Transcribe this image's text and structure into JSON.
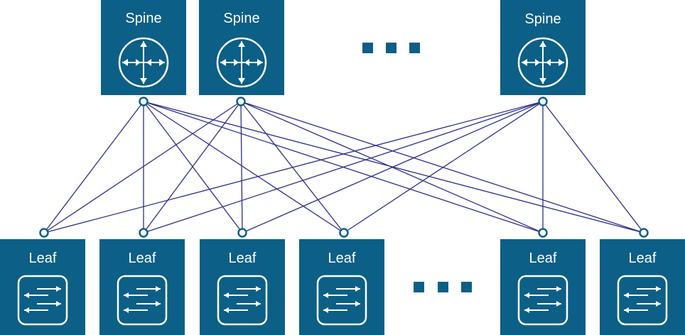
{
  "colors": {
    "node_fill": "#0c5f86",
    "link_stroke": "#2a2f8c",
    "port_stroke": "#0c5f86",
    "icon_stroke": "#ffffff",
    "background": "#ffffff"
  },
  "spines": [
    {
      "label": "Spine"
    },
    {
      "label": "Spine"
    },
    {
      "label": "Spine"
    }
  ],
  "leaves": [
    {
      "label": "Leaf"
    },
    {
      "label": "Leaf"
    },
    {
      "label": "Leaf"
    },
    {
      "label": "Leaf"
    },
    {
      "label": "Leaf"
    },
    {
      "label": "Leaf"
    }
  ],
  "icons": {
    "spine": "router-icon",
    "leaf": "switch-icon",
    "ellipsis": "ellipsis-icon"
  },
  "topology": "full-mesh"
}
